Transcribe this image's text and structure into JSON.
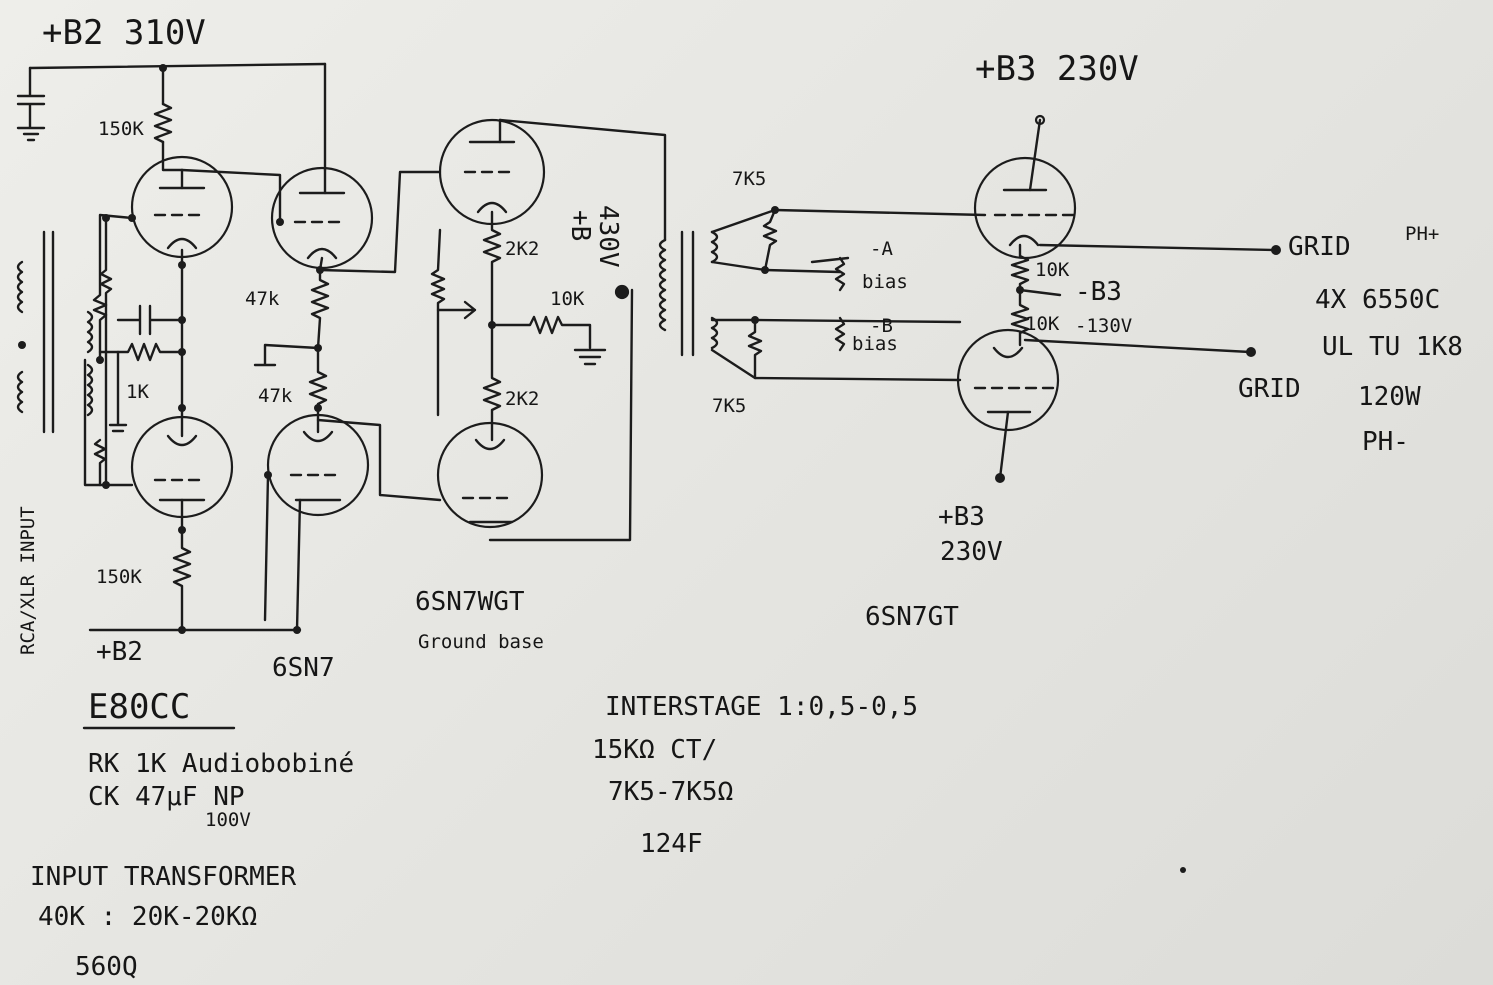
{
  "supplies": {
    "b2_top": "+B2 310V",
    "b2_bottom": "+B2",
    "b3_top": "+B3 230V",
    "b3_bottom_1": "+B3",
    "b3_bottom_2": "230V",
    "b_interstage_1": "+B",
    "b_interstage_2": "430V"
  },
  "input_label": "RCA/XLR INPUT",
  "stage1": {
    "r_top": "150K",
    "r_bottom": "150K",
    "r_cathode": "1K",
    "tube": "E80CC",
    "note_1": "RK 1K Audiobobiné",
    "note_2": "CK 47μF NP",
    "note_3": "100V"
  },
  "stage2": {
    "r1": "47k",
    "r2": "47k",
    "tube": "6SN7"
  },
  "stage3": {
    "r_top": "2K2",
    "r_bottom": "2K2",
    "r_ground": "10K",
    "tube": "6SN7WGT",
    "mode": "Ground base"
  },
  "interstage": {
    "r_top": "7K5",
    "r_bottom": "7K5",
    "bias_a_1": "-A",
    "bias_a_2": "bias",
    "bias_b_1": "-B",
    "bias_b_2": "bias",
    "line_1": "INTERSTAGE 1:0,5-0,5",
    "line_2": "15KΩ CT/",
    "line_3": "7K5-7K5Ω",
    "line_4": "124F"
  },
  "output_stage": {
    "r1": "10K",
    "r2": "10K",
    "b3_neg": "-B3",
    "b3_neg_value": "-130V",
    "grid_top": "GRID",
    "grid_bottom": "GRID",
    "ph_plus": "PH+",
    "ph_minus": "PH-",
    "tubes_out": "4X 6550C",
    "mode": "UL TU 1K8",
    "power": "120W",
    "tube": "6SN7GT"
  },
  "input_transformer": {
    "title": "INPUT TRANSFORMER",
    "ratio": "40K : 20K-20KΩ",
    "model": "560Q"
  }
}
